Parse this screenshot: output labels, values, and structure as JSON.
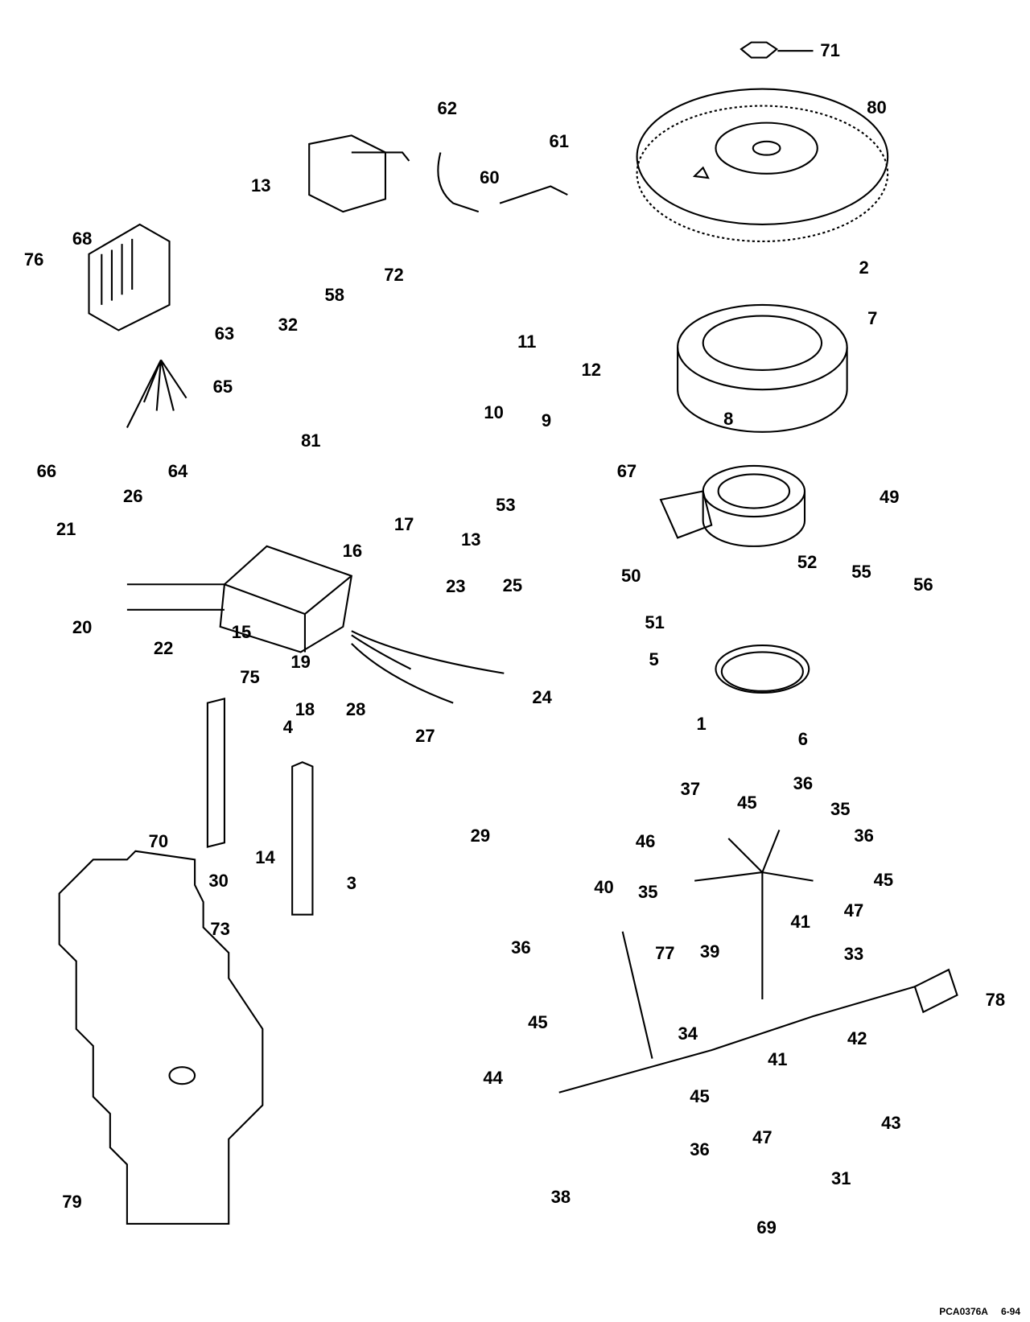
{
  "diagram": {
    "callouts": [
      "71",
      "80",
      "62",
      "61",
      "60",
      "13",
      "68",
      "76",
      "72",
      "58",
      "32",
      "63",
      "2",
      "7",
      "11",
      "12",
      "10",
      "9",
      "8",
      "65",
      "66",
      "64",
      "81",
      "67",
      "49",
      "53",
      "26",
      "21",
      "17",
      "16",
      "13",
      "25",
      "23",
      "52",
      "55",
      "50",
      "56",
      "20",
      "22",
      "15",
      "51",
      "5",
      "19",
      "24",
      "18",
      "28",
      "27",
      "1",
      "6",
      "75",
      "4",
      "37",
      "36",
      "45",
      "35",
      "36",
      "46",
      "45",
      "29",
      "14",
      "70",
      "30",
      "3",
      "35",
      "47",
      "41",
      "40",
      "73",
      "77",
      "39",
      "33",
      "36",
      "78",
      "45",
      "34",
      "42",
      "41",
      "44",
      "45",
      "43",
      "47",
      "36",
      "31",
      "38",
      "79",
      "69"
    ]
  },
  "footer": {
    "code": "PCA0376A",
    "date": "6-94"
  }
}
